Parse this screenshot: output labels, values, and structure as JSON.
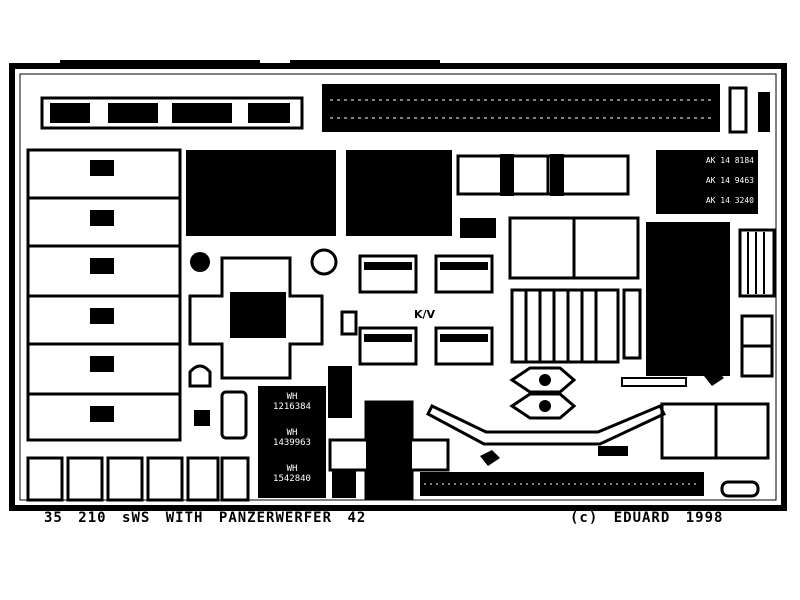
{
  "product": {
    "code": "35",
    "number": "210",
    "title": "sWS WITH PANZERWERFER 42",
    "copyright": "(c) EDUARD 1998"
  },
  "markings": {
    "kv": "K/V",
    "plate1": [
      "WH",
      "1216384"
    ],
    "plate2": [
      "WH",
      "1439963"
    ],
    "plate3": [
      "WH",
      "1542840"
    ],
    "ak1": "AK 14 8184",
    "ak2": "AK 14 9463",
    "ak3": "AK 14 3240"
  },
  "colors": {
    "etch": "#000000",
    "metal": "#ffffff"
  }
}
